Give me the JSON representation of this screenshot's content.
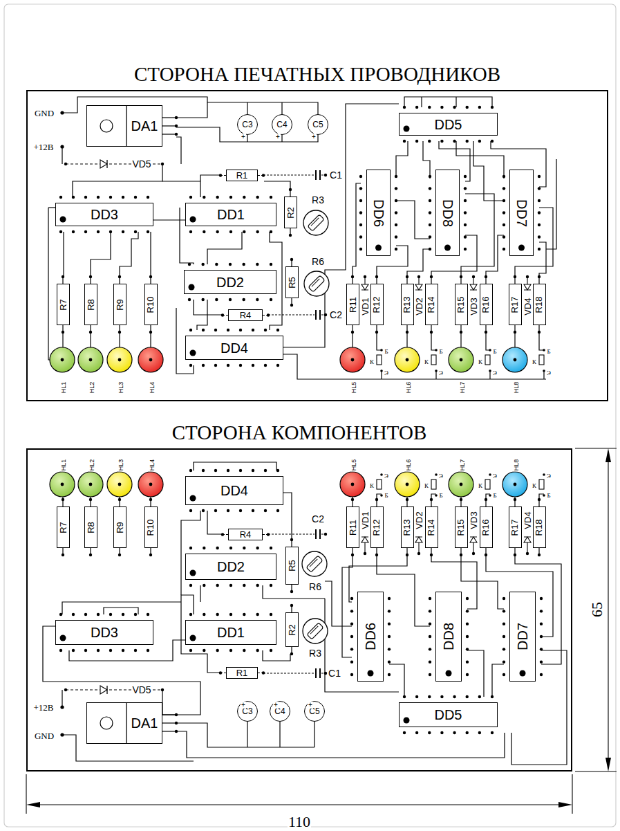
{
  "diagram": {
    "nodes": [
      {
        "text": [
          "СТОРОНА ПЕЧАТНЫХ ПРОВОДНИКОВ"
        ]
      },
      {
        "text": [
          "DA1"
        ],
        "in": 0
      },
      {
        "text": [
          "C3"
        ],
        "in": 0
      },
      {
        "text": [
          "C4"
        ],
        "in": 0
      },
      {
        "text": [
          "C5"
        ],
        "in": 0
      },
      {
        "text": [
          "DD5"
        ],
        "in": 0
      },
      {
        "text": [
          "R1"
        ],
        "in": 0
      },
      {
        "text": [
          "DD3"
        ],
        "in": 0
      },
      {
        "text": [
          "DD1"
        ],
        "in": 0
      },
      {
        "text": [
          "R2"
        ],
        "in": 0
      },
      {
        "text": [
          "DD6"
        ],
        "in": 0
      },
      {
        "text": [
          "DD8"
        ],
        "in": 0
      },
      {
        "text": [
          "DD7"
        ],
        "in": 0
      },
      {
        "text": [
          "DD2"
        ],
        "in": 0
      },
      {
        "text": [
          "R5"
        ],
        "in": 0
      },
      {
        "text": [
          "R4"
        ],
        "in": 0
      },
      {
        "text": [
          "R7"
        ],
        "in": 0
      },
      {
        "text": [
          "R8"
        ],
        "in": 0
      },
      {
        "text": [
          "R9"
        ],
        "in": 0
      },
      {
        "text": [
          "R10"
        ],
        "in": 0
      },
      {
        "text": [
          "R11"
        ],
        "in": 0
      },
      {
        "text": [
          "R12"
        ],
        "in": 0
      },
      {
        "text": [
          "R13"
        ],
        "in": 0
      },
      {
        "text": [
          "R14"
        ],
        "in": 0
      },
      {
        "text": [
          "R15"
        ],
        "in": 0
      },
      {
        "text": [
          "R16"
        ],
        "in": 0
      },
      {
        "text": [
          "R17"
        ],
        "in": 0
      },
      {
        "text": [
          "R18"
        ],
        "in": 0
      },
      {
        "text": [
          "DD4"
        ],
        "in": 0
      },
      {
        "text": [
          "СТОРОНА КОМПОНЕНТОВ"
        ]
      },
      {
        "text": [
          "DD4"
        ],
        "in": 29
      },
      {
        "text": [
          "R7"
        ],
        "in": 29
      },
      {
        "text": [
          "R8"
        ],
        "in": 29
      },
      {
        "text": [
          "R9"
        ],
        "in": 29
      },
      {
        "text": [
          "R10"
        ],
        "in": 29
      },
      {
        "text": [
          "R11"
        ],
        "in": 29
      },
      {
        "text": [
          "R12"
        ],
        "in": 29
      },
      {
        "text": [
          "R13"
        ],
        "in": 29
      },
      {
        "text": [
          "R14"
        ],
        "in": 29
      },
      {
        "text": [
          "R15"
        ],
        "in": 29
      },
      {
        "text": [
          "R16"
        ],
        "in": 29
      },
      {
        "text": [
          "R17"
        ],
        "in": 29
      },
      {
        "text": [
          "R18"
        ],
        "in": 29
      },
      {
        "text": [
          "R4"
        ],
        "in": 29
      },
      {
        "text": [
          "DD2"
        ],
        "in": 29
      },
      {
        "text": [
          "R5"
        ],
        "in": 29
      },
      {
        "text": [
          "DD3"
        ],
        "in": 29
      },
      {
        "text": [
          "DD1"
        ],
        "in": 29
      },
      {
        "text": [
          "R2"
        ],
        "in": 29
      },
      {
        "text": [
          "DD6"
        ],
        "in": 29
      },
      {
        "text": [
          "DD8"
        ],
        "in": 29
      },
      {
        "text": [
          "DD7"
        ],
        "in": 29
      },
      {
        "text": [
          "R1"
        ],
        "in": 29
      },
      {
        "text": [
          "DA1"
        ],
        "in": 29
      },
      {
        "text": [
          "C3"
        ],
        "in": 29
      },
      {
        "text": [
          "C4"
        ],
        "in": 29
      },
      {
        "text": [
          "C5"
        ],
        "in": 29
      },
      {
        "text": [
          "DD5"
        ],
        "in": 29
      }
    ],
    "labels": [
      "GND",
      "+12В",
      "VD5",
      "C1",
      "R3",
      "R6",
      "C2",
      "VD1",
      "VD2",
      "VD3",
      "VD4",
      "HL1",
      "HL2",
      "HL3",
      "HL4",
      "HL5",
      "HL6",
      "HL7",
      "HL8",
      "К",
      "Б",
      "Э",
      "К",
      "Б",
      "Э",
      "К",
      "Б",
      "Э",
      "К",
      "Б",
      "Э",
      "HL1",
      "HL2",
      "HL3",
      "HL4",
      "HL5",
      "HL6",
      "HL7",
      "HL8",
      "Э",
      "К",
      "Б",
      "Э",
      "К",
      "Б",
      "Э",
      "К",
      "Б",
      "Э",
      "К",
      "Б",
      "VD1",
      "VD2",
      "VD3",
      "VD4",
      "C2",
      "R6",
      "R3",
      "C1",
      "VD5",
      "+12В",
      "GND",
      "65",
      "110",
      "+",
      "+",
      "+",
      "+",
      "+",
      "+"
    ]
  }
}
